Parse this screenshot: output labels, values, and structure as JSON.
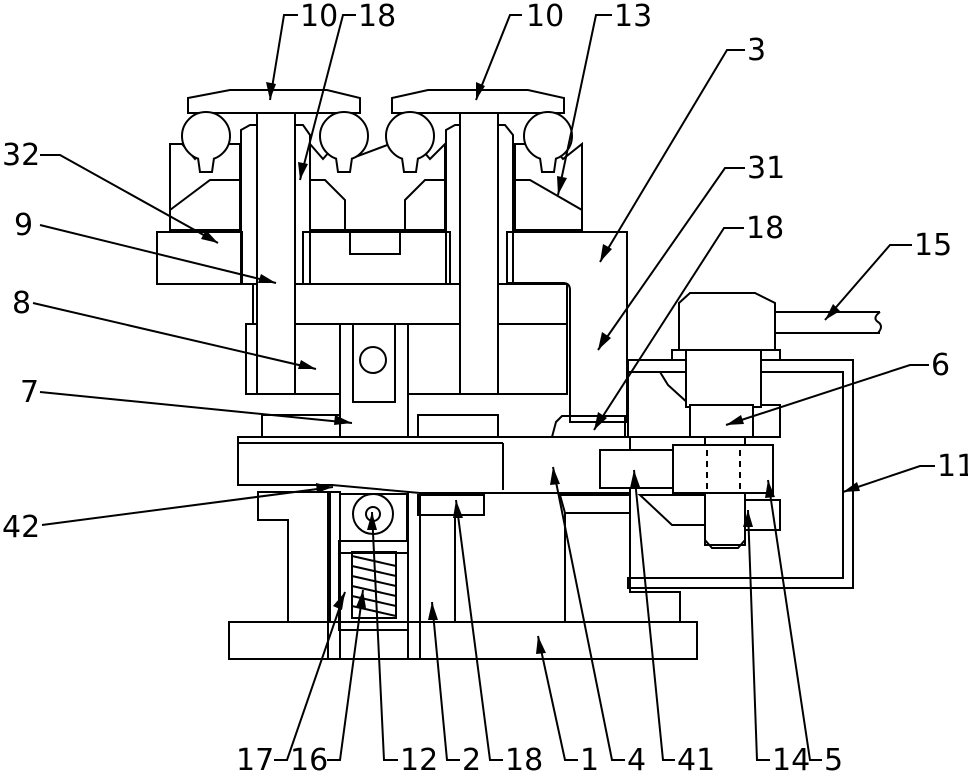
{
  "figure": {
    "type": "mechanical cross-section drawing",
    "line_color": "#000000",
    "background": "#ffffff"
  },
  "callouts": [
    {
      "id": "c-10a",
      "label": "10",
      "part": "pin head (left)"
    },
    {
      "id": "c-18a",
      "label": "18",
      "part": "bushing (top left)"
    },
    {
      "id": "c-10b",
      "label": "10",
      "part": "pin head (right)"
    },
    {
      "id": "c-13",
      "label": "13",
      "part": "ball seat"
    },
    {
      "id": "c-3",
      "label": "3",
      "part": "upper frame"
    },
    {
      "id": "c-32",
      "label": "32",
      "part": "frame flange"
    },
    {
      "id": "c-31",
      "label": "31",
      "part": "frame column"
    },
    {
      "id": "c-9",
      "label": "9",
      "part": "pin"
    },
    {
      "id": "c-18b",
      "label": "18",
      "part": "bushing (right)"
    },
    {
      "id": "c-15",
      "label": "15",
      "part": "rod"
    },
    {
      "id": "c-8",
      "label": "8",
      "part": "linkage block"
    },
    {
      "id": "c-6",
      "label": "6",
      "part": "bolt"
    },
    {
      "id": "c-7",
      "label": "7",
      "part": "center post"
    },
    {
      "id": "c-11",
      "label": "11",
      "part": "housing"
    },
    {
      "id": "c-42",
      "label": "42",
      "part": "slider lower edge"
    },
    {
      "id": "c-17",
      "label": "17",
      "part": "spring sleeve"
    },
    {
      "id": "c-16",
      "label": "16",
      "part": "spring"
    },
    {
      "id": "c-12",
      "label": "12",
      "part": "roller"
    },
    {
      "id": "c-2",
      "label": "2",
      "part": "lower support"
    },
    {
      "id": "c-18c",
      "label": "18",
      "part": "bushing (bottom)"
    },
    {
      "id": "c-1",
      "label": "1",
      "part": "base plate"
    },
    {
      "id": "c-4",
      "label": "4",
      "part": "slider bar"
    },
    {
      "id": "c-41",
      "label": "41",
      "part": "slider tip"
    },
    {
      "id": "c-14",
      "label": "14",
      "part": "nut seat"
    },
    {
      "id": "c-5",
      "label": "5",
      "part": "nut"
    }
  ]
}
